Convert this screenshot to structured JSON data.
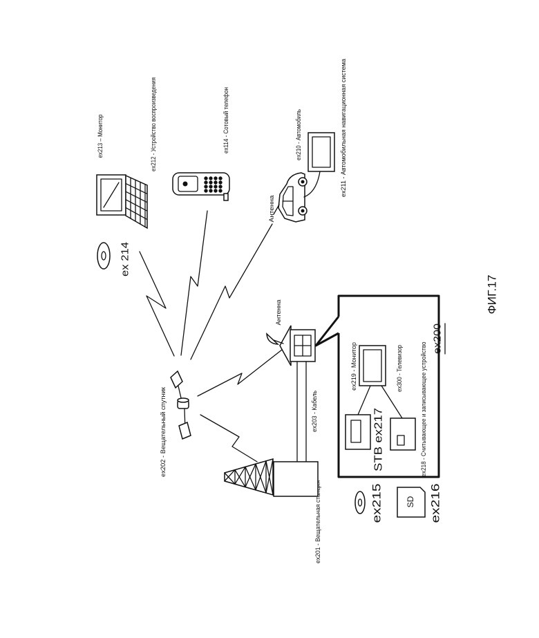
{
  "figure": {
    "caption": "ФИГ.17"
  },
  "labels": {
    "monitor_213": "ex213 – Монитор",
    "player_212": "ex212 - Устройство воспроизведения",
    "phone_114": "ex114 - Сотовый телефон",
    "car_210": "ex210 - Автомобиль",
    "nav_211": "ex211 - Автомобильная навигационная система",
    "antenna_car": "Антенна",
    "disc_214": "ex 214",
    "antenna_house": "Антенна",
    "satellite_202": "ex202 - Вещательный спутник",
    "cable_203": "ex203 - Кабель",
    "monitor_219": "ex219 - Монитор",
    "tv_300": "ex300 - Телевизор",
    "stb_217": "STB ex217",
    "reader_218": "ex218 - Считывающее и записывающее устройство",
    "system_200": "ex200",
    "station_201": "ex201 - Вещательная станция",
    "disc_215": "ex215",
    "sd_216": "ex216",
    "sd_card": "SD"
  }
}
